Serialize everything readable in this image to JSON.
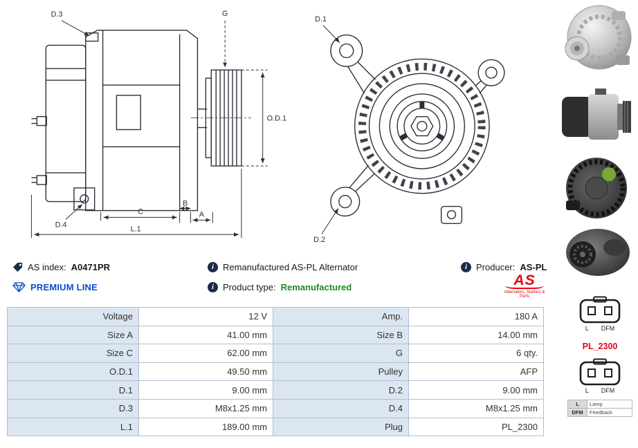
{
  "header": {
    "as_index": {
      "label": "AS index:",
      "value": "A0471PR"
    },
    "description": "Remanufactured AS-PL Alternator",
    "producer": {
      "label": "Producer:",
      "value": "AS-PL"
    },
    "premium_line": "PREMIUM LINE",
    "product_type": {
      "label": "Product type:",
      "value": "Remanufactured"
    },
    "brand": {
      "name": "AS",
      "tagline": "Alternators, Starters & Parts"
    }
  },
  "diagram": {
    "side_labels": {
      "d3": "D.3",
      "g": "G",
      "od1": "O.D.1",
      "d4": "D.4",
      "c": "C",
      "b": "B",
      "a": "A",
      "l1": "L.1"
    },
    "front_labels": {
      "d1": "D.1",
      "d2": "D.2"
    }
  },
  "plug": {
    "code": "PL_2300",
    "pin_labels": {
      "l": "L",
      "dfm": "DFM"
    },
    "legend": [
      {
        "key": "L",
        "desc": "Lamp"
      },
      {
        "key": "DFM",
        "desc": "Feedback"
      }
    ]
  },
  "spec_table": {
    "rows": [
      {
        "l1": "Voltage",
        "v1": "12 V",
        "l2": "Amp.",
        "v2": "180 A"
      },
      {
        "l1": "Size A",
        "v1": "41.00 mm",
        "l2": "Size B",
        "v2": "14.00 mm"
      },
      {
        "l1": "Size C",
        "v1": "62.00 mm",
        "l2": "G",
        "v2": "6 qty."
      },
      {
        "l1": "O.D.1",
        "v1": "49.50 mm",
        "l2": "Pulley",
        "v2": "AFP"
      },
      {
        "l1": "D.1",
        "v1": "9.00 mm",
        "l2": "D.2",
        "v2": "9.00 mm"
      },
      {
        "l1": "D.3",
        "v1": "M8x1.25 mm",
        "l2": "D.4",
        "v2": "M8x1.25 mm"
      },
      {
        "l1": "L.1",
        "v1": "189.00 mm",
        "l2": "Plug",
        "v2": "PL_2300"
      }
    ]
  },
  "colors": {
    "brand_red": "#e30613",
    "premium_blue": "#0a50c8",
    "type_green": "#1f8a1f",
    "icon_navy": "#1c2b4a",
    "table_label_bg": "#dce6f1",
    "table_border": "#aebfd3",
    "drawing_ink": "#2e2e38"
  }
}
